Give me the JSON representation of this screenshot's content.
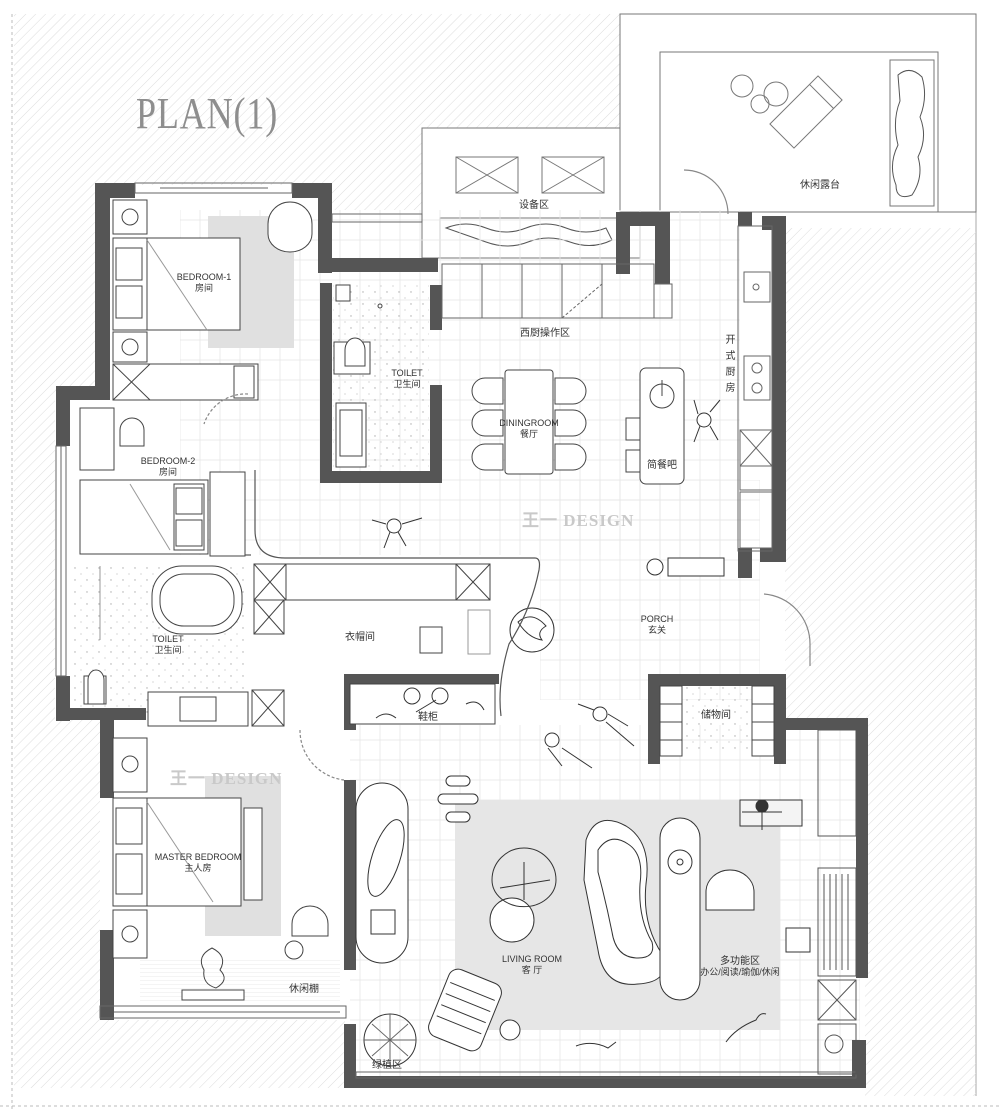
{
  "title": "PLAN(1)",
  "watermarks": [
    "王一 DESIGN",
    "王一 DESIGN"
  ],
  "rooms": {
    "bedroom1": {
      "en": "BEDROOM-1",
      "cn": "房间"
    },
    "bedroom2": {
      "en": "BEDROOM-2",
      "cn": "房间"
    },
    "toilet1": {
      "en": "TOILET",
      "cn": "卫生间"
    },
    "toilet2": {
      "en": "TOILET",
      "cn": "卫生间"
    },
    "dining": {
      "en": "DININGROOM",
      "cn": "餐厅"
    },
    "bar": {
      "cn": "简餐吧"
    },
    "western_kitchen": {
      "cn": "西厨操作区"
    },
    "open_kitchen": {
      "cn": "开式厨房"
    },
    "equipment": {
      "cn": "设备区"
    },
    "terrace": {
      "cn": "休闲露台"
    },
    "porch": {
      "en": "PORCH",
      "cn": "玄关"
    },
    "cloakroom": {
      "cn": "衣帽间"
    },
    "shoe_cabinet": {
      "cn": "鞋柜"
    },
    "storage": {
      "cn": "储物间"
    },
    "master": {
      "en": "MASTER BEDROOM",
      "cn": "主人房"
    },
    "leisure_shed": {
      "cn": "休闲棚"
    },
    "living": {
      "en": "LIVING ROOM",
      "cn": "客 厅"
    },
    "multi": {
      "cn": "多功能区",
      "sub": "办公/阅读/瑜伽/休闲"
    },
    "plant_area": {
      "cn": "绿植区"
    }
  },
  "colors": {
    "wall": "#555555",
    "wall_light": "#a8a8a8",
    "floor_tile": "#e3e3e3",
    "rug": "#e6e6e6",
    "line": "#666666"
  }
}
